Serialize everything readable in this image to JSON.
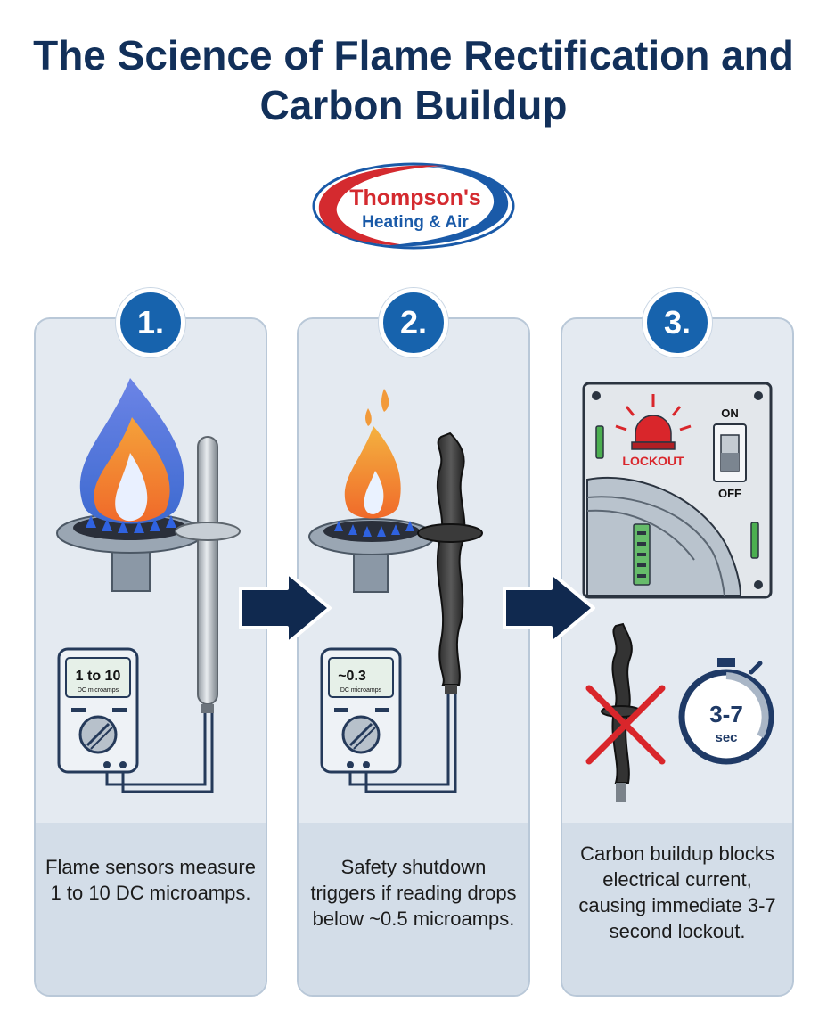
{
  "title": "The Science of Flame Rectification and Carbon Buildup",
  "logo": {
    "line1": "Thompson's",
    "line2": "Heating & Air"
  },
  "steps": [
    {
      "number": "1.",
      "caption": "Flame sensors measure 1 to 10 DC microamps.",
      "meter_value": "1 to 10",
      "meter_unit": "DC microamps"
    },
    {
      "number": "2.",
      "caption": "Safety shutdown triggers if reading drops below ~0.5 microamps.",
      "meter_value": "~0.3",
      "meter_unit": "DC microamps"
    },
    {
      "number": "3.",
      "caption": "Carbon buildup blocks electrical current, causing immediate 3-7 second lockout.",
      "lockout_label": "LOCKOUT",
      "switch_on": "ON",
      "switch_off": "OFF",
      "timer_value": "3-7",
      "timer_unit": "sec"
    }
  ],
  "colors": {
    "title": "#12305a",
    "badge": "#1763ad",
    "arrow": "#10294f",
    "logo_red": "#d42a2f",
    "logo_blue": "#1a5aa8",
    "lockout_red": "#d9262b"
  }
}
